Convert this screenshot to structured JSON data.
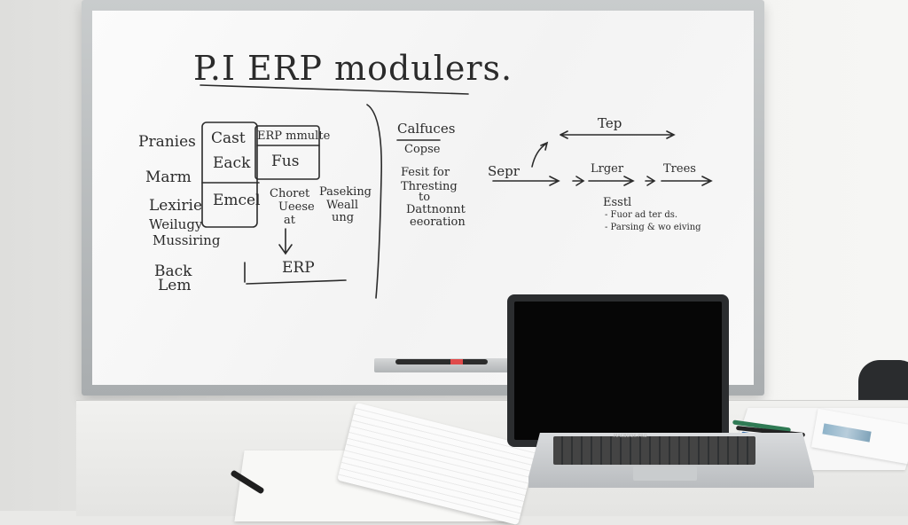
{
  "whiteboard": {
    "title": "P.I ERP modulers.",
    "left_labels": [
      "Pranies",
      "Marm",
      "Lexirie",
      "Weilugy",
      "Mussiring",
      "Back",
      "Lem"
    ],
    "grid_cells": [
      "Cast",
      "Eack",
      "ERP mmulte",
      "Fus",
      "Emcel",
      "Choret",
      "Ueese",
      "at",
      "Paseking",
      "Weall",
      "ung"
    ],
    "erp_label": "ERP",
    "middle_column": [
      "Calfuces",
      "Copse",
      "Fesit for",
      "Thresting",
      "to",
      "Dattnonnt",
      "eeoration"
    ],
    "flow": {
      "top": "Tep",
      "start": "Sepr",
      "middle": "Lrger",
      "end": "Trees"
    },
    "notes": {
      "heading": "Esstl",
      "lines": [
        "- Fuor ad ter ds.",
        "- Parsing & wo eiving"
      ]
    }
  },
  "laptop": {
    "brand": "MACBOOK PRO"
  },
  "colors": {
    "ink": "#2b2b2b",
    "marker_cap": "#e04a4a",
    "frame": "#b4b8ba"
  }
}
